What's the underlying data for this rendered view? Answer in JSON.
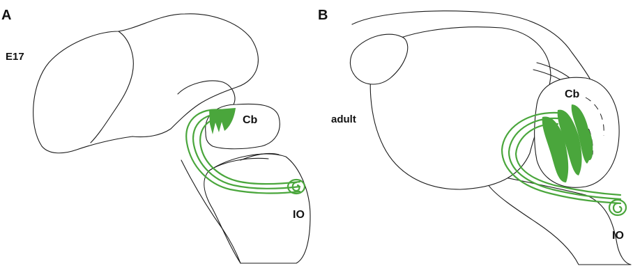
{
  "colors": {
    "fiber": "#4aa63c",
    "outline": "#1a1a1a",
    "background": "#ffffff"
  },
  "panels": [
    {
      "letter": "A",
      "stage": "E17",
      "cerebellum_label": "Cb",
      "olive_label": "IO"
    },
    {
      "letter": "B",
      "stage": "adult",
      "cerebellum_label": "Cb",
      "olive_label": "IO"
    }
  ]
}
